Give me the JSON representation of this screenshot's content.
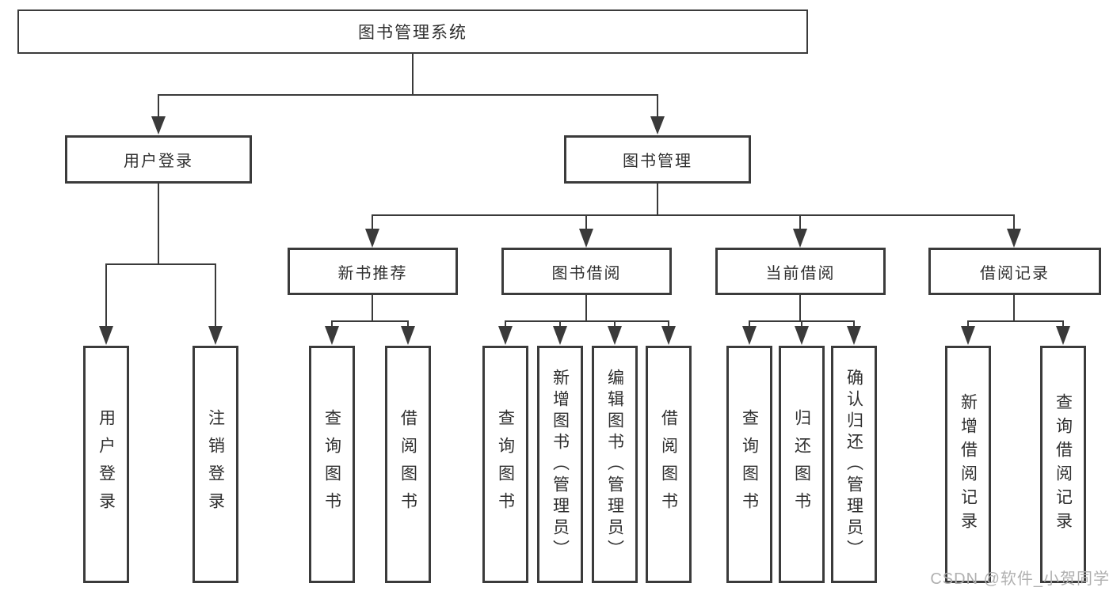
{
  "colors": {
    "line": "#3a3a3a",
    "box_border": "#3b3b3b",
    "text": "#2f2f2f",
    "watermark": "#b0b0b0",
    "background": "#ffffff"
  },
  "tree": {
    "root": {
      "label": "图书管理系统"
    },
    "branches": [
      {
        "label": "用户登录",
        "children": [
          {
            "label": "用户登录"
          },
          {
            "label": "注销登录"
          }
        ]
      },
      {
        "label": "图书管理",
        "children": [
          {
            "label": "新书推荐",
            "children": [
              {
                "label": "查询图书"
              },
              {
                "label": "借阅图书"
              }
            ]
          },
          {
            "label": "图书借阅",
            "children": [
              {
                "label": "查询图书"
              },
              {
                "label": "新增图书（管理员）"
              },
              {
                "label": "编辑图书（管理员）"
              },
              {
                "label": "借阅图书"
              }
            ]
          },
          {
            "label": "当前借阅",
            "children": [
              {
                "label": "查询图书"
              },
              {
                "label": "归还图书"
              },
              {
                "label": "确认归还（管理员）"
              }
            ]
          },
          {
            "label": "借阅记录",
            "children": [
              {
                "label": "新增借阅记录"
              },
              {
                "label": "查询借阅记录"
              }
            ]
          }
        ]
      }
    ]
  },
  "watermark": {
    "text": "CSDN @软件_小贺同学"
  }
}
